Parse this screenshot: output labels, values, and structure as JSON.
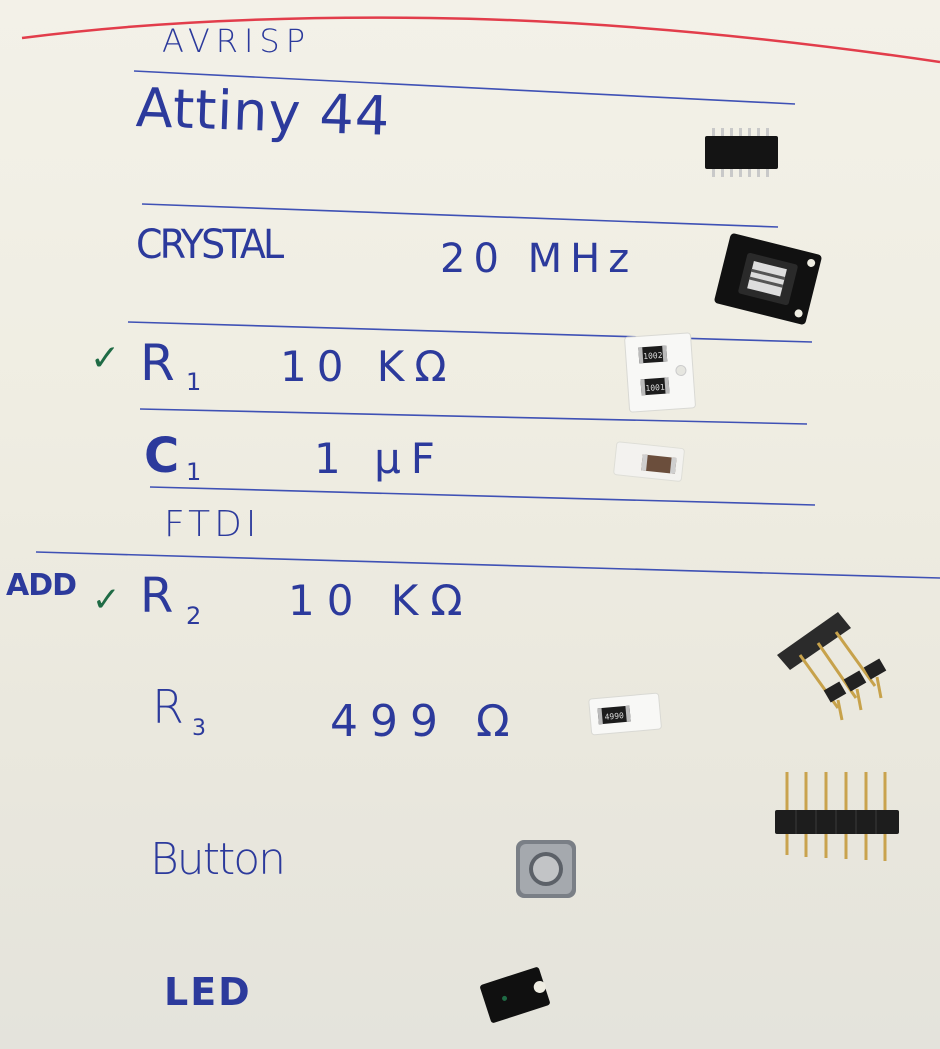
{
  "page": {
    "background": "#efede2",
    "ink_blue": "#2c3a9c",
    "ink_green": "#1f6b45",
    "ink_red": "#e23d4b",
    "rule_blue": "#3f51b5"
  },
  "notes": {
    "heading_top": "AVRISP",
    "line1": "Attiny 44",
    "line2_a": "CRYSTAL",
    "line2_b": "20 MHz",
    "check_r1": "✓",
    "r1_name": "R",
    "r1_sub": "1",
    "r1_value": "10 KΩ",
    "c1_name": "C",
    "c1_sub": "1",
    "c1_value": "1 μF",
    "heading_ftdi": "FTDI",
    "add_label": "ADD",
    "check_r2": "✓",
    "r2_name": "R",
    "r2_sub": "2",
    "r2_value": "10 KΩ",
    "r3_name": "R",
    "r3_sub": "3",
    "r3_value": "499 Ω",
    "button_label": "Button",
    "led_label": "LED"
  },
  "components": {
    "attiny_chip": "soic-14-ic",
    "crystal": "smd-crystal-in-tape",
    "r1_resistor": {
      "icon": "smd-resistor-strip",
      "markings": [
        "1002",
        "1001"
      ]
    },
    "c1_capacitor": "smd-capacitor",
    "r3_resistor": {
      "icon": "smd-resistor",
      "marking": "4990"
    },
    "ftdi_header": "right-angle-pin-header",
    "isp_header": "six-pin-header",
    "tact_switch": "smd-tactile-button",
    "led": "smd-led"
  }
}
